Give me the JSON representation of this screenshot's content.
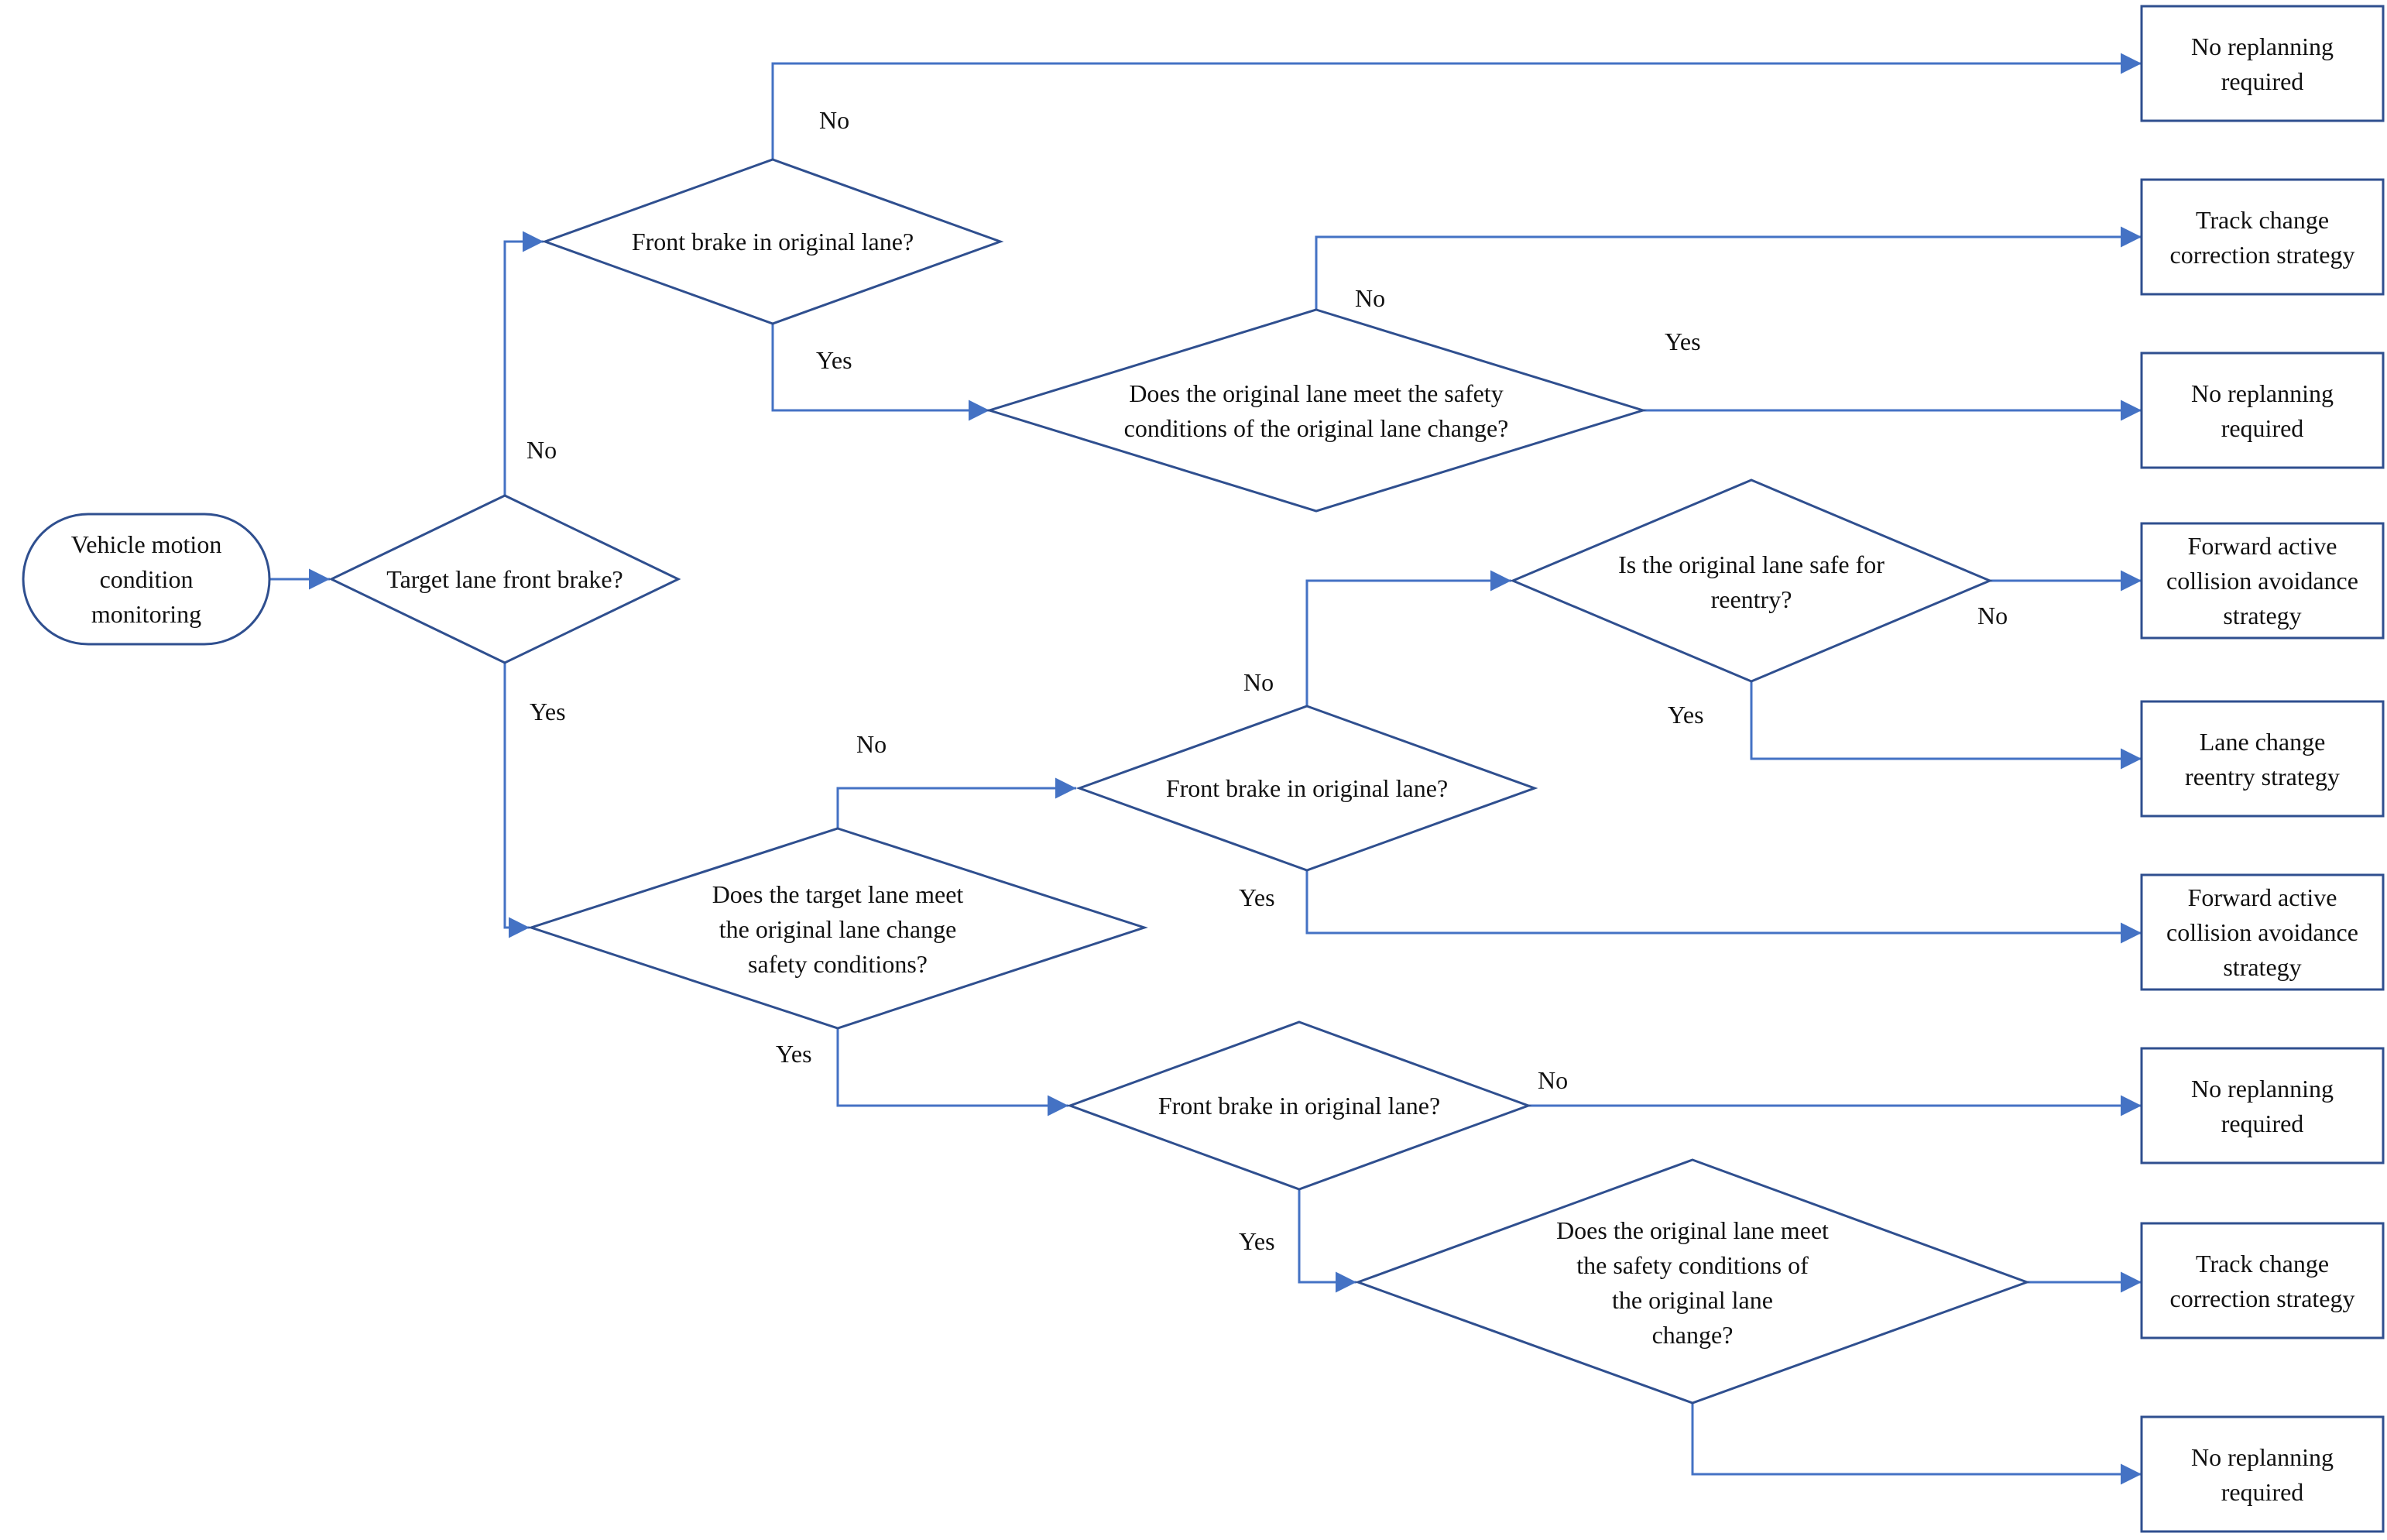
{
  "nodes": {
    "start": {
      "lines": [
        "Vehicle motion",
        "condition",
        "monitoring"
      ]
    },
    "d_target_front_brake": {
      "lines": [
        "Target lane front brake?"
      ]
    },
    "d_front_brake_top": {
      "lines": [
        "Front brake in original lane?"
      ]
    },
    "d_orig_safety_top": {
      "lines": [
        "Does the original lane meet the safety",
        "conditions of the original lane change?"
      ]
    },
    "d_target_safety": {
      "lines": [
        "Does the target lane meet",
        "the original lane change",
        "safety conditions?"
      ]
    },
    "d_front_brake_mid": {
      "lines": [
        "Front brake in original lane?"
      ]
    },
    "d_reentry_safe": {
      "lines": [
        "Is the original lane safe for",
        "reentry?"
      ]
    },
    "d_front_brake_low": {
      "lines": [
        "Front brake in original lane?"
      ]
    },
    "d_orig_safety_low": {
      "lines": [
        "Does the original lane meet",
        "the safety conditions of",
        "the original lane",
        "change?"
      ]
    },
    "r1": {
      "lines": [
        "No replanning",
        "required"
      ]
    },
    "r2": {
      "lines": [
        "Track change",
        "correction strategy"
      ]
    },
    "r3": {
      "lines": [
        "No replanning",
        "required"
      ]
    },
    "r4": {
      "lines": [
        "Forward active",
        "collision avoidance",
        "strategy"
      ]
    },
    "r5": {
      "lines": [
        "Lane change",
        "reentry strategy"
      ]
    },
    "r6": {
      "lines": [
        "Forward active",
        "collision avoidance",
        "strategy"
      ]
    },
    "r7": {
      "lines": [
        "No replanning",
        "required"
      ]
    },
    "r8": {
      "lines": [
        "Track change",
        "correction strategy"
      ]
    },
    "r9": {
      "lines": [
        "No replanning",
        "required"
      ]
    }
  },
  "edge_labels": {
    "e1": "No",
    "e2": "Yes",
    "e3": "No",
    "e4": "Yes",
    "e5": "No",
    "e6": "Yes",
    "e7": "No",
    "e8": "Yes",
    "e9": "No",
    "e10": "Yes",
    "e11": "No",
    "e12": "Yes",
    "e13": "No",
    "e14": "Yes"
  },
  "colors": {
    "edge": "#4472c4",
    "shape_stroke": "#2f4f8f",
    "text": "#111111",
    "background": "#ffffff"
  }
}
